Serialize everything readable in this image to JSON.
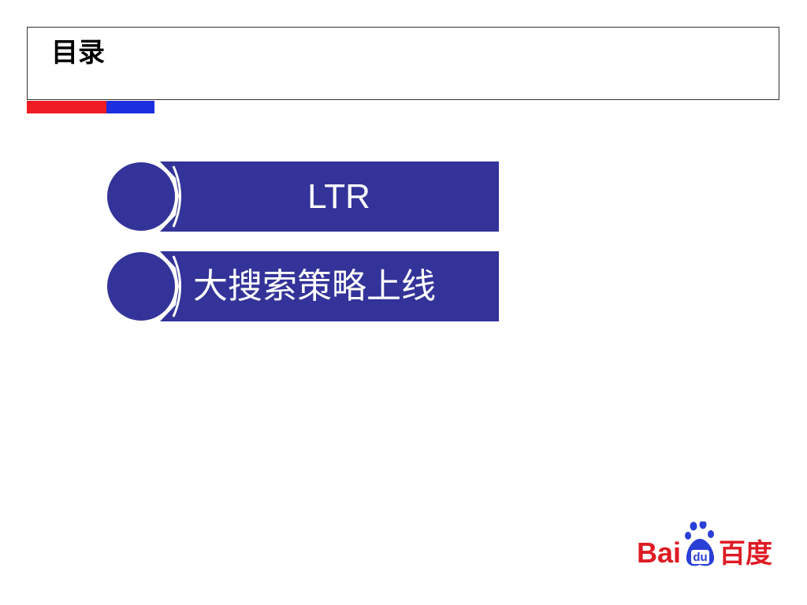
{
  "title": "目录",
  "items": [
    {
      "label": "LTR"
    },
    {
      "label": "大搜索策略上线"
    }
  ],
  "logo": {
    "text_latin": "Bai",
    "text_paw": "du",
    "text_cn": "百度"
  },
  "colors": {
    "accent_red": "#ef1c24",
    "accent_blue": "#1b2fe0",
    "item_fill": "#333399",
    "logo_red": "#de1b24",
    "logo_blue": "#2a3fd6"
  }
}
